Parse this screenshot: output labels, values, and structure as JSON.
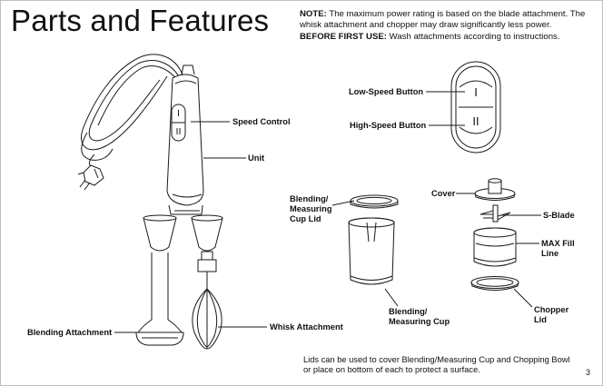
{
  "page": {
    "title": "Parts and Features",
    "page_number": "3"
  },
  "note": {
    "label": "NOTE:",
    "text": "The maximum power rating is based on the blade attachment. The whisk attachment and chopper may draw significantly less power.",
    "first_use_label": "BEFORE FIRST USE:",
    "first_use_text": "Wash attachments according to instructions."
  },
  "labels": {
    "speed_control": "Speed Control",
    "unit": "Unit",
    "low_speed": "Low-Speed Button",
    "high_speed": "High-Speed Button",
    "cup_lid": "Blending/ Measuring Cup Lid",
    "cover": "Cover",
    "s_blade": "S-Blade",
    "max_fill": "MAX Fill Line",
    "measuring_cup": "Blending/ Measuring Cup",
    "chopper_lid": "Chopper Lid",
    "blending_attachment": "Blending Attachment",
    "whisk_attachment": "Whisk Attachment"
  },
  "button_glyphs": {
    "low": "I",
    "high": "II"
  },
  "footnote": "Lids can be used to cover Blending/Measuring Cup and Chopping Bowl or place on bottom of each to protect a surface."
}
